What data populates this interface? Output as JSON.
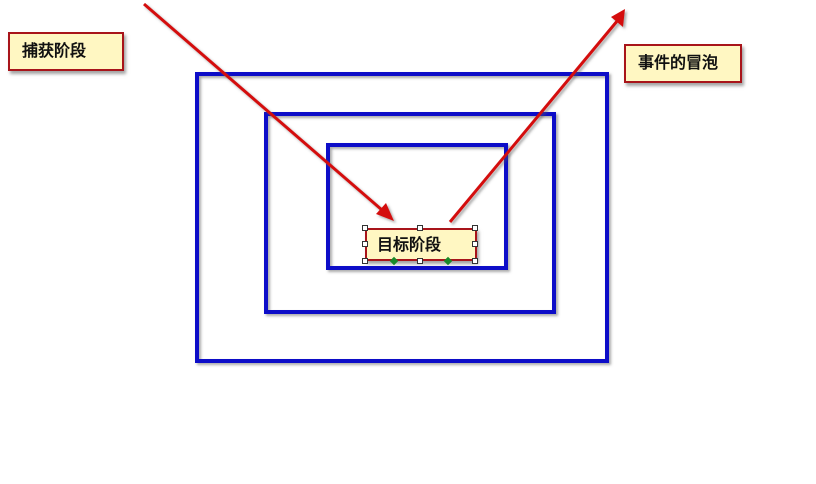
{
  "labels": {
    "capture": "捕获阶段",
    "bubble": "事件的冒泡",
    "target": "目标阶段"
  },
  "colors": {
    "frame_stroke": "#1010c8",
    "arrow": "#d40f0f",
    "label_fill": "#fff7c2",
    "label_border": "#a8141a"
  }
}
